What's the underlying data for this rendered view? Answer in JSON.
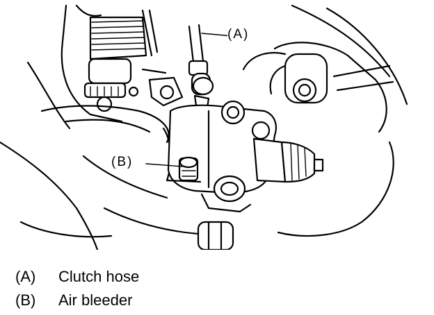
{
  "figure": {
    "callouts": [
      {
        "key": "A",
        "text": "(A)"
      },
      {
        "key": "B",
        "text": "(B)"
      }
    ]
  },
  "legend": [
    {
      "key": "(A)",
      "label": "Clutch hose"
    },
    {
      "key": "(B)",
      "label": "Air bleeder"
    }
  ]
}
